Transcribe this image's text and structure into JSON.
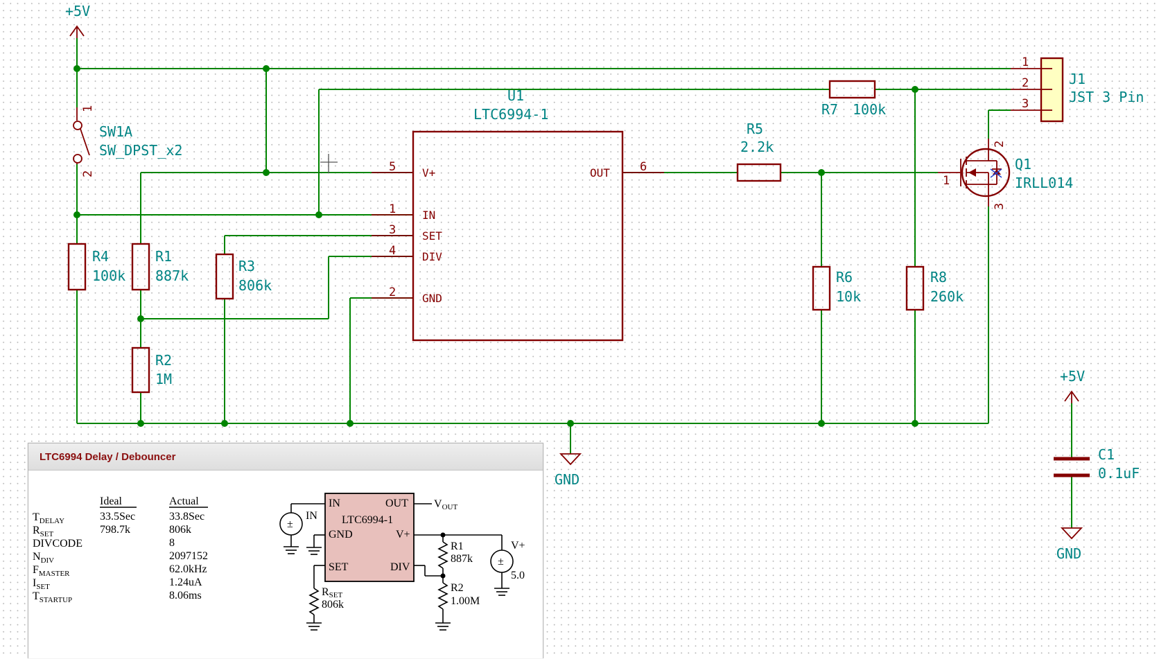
{
  "power": {
    "top": "+5V",
    "cap_top": "+5V",
    "gnd_main": "GND",
    "gnd_cap": "GND"
  },
  "u1": {
    "ref": "U1",
    "value": "LTC6994-1",
    "pins": [
      {
        "num": "5",
        "name": "V+"
      },
      {
        "num": "1",
        "name": "IN"
      },
      {
        "num": "3",
        "name": "SET"
      },
      {
        "num": "4",
        "name": "DIV"
      },
      {
        "num": "2",
        "name": "GND"
      },
      {
        "num": "6",
        "name": "OUT"
      }
    ]
  },
  "sw1": {
    "ref": "SW1A",
    "value": "SW_DPST_x2",
    "pin_top": "1",
    "pin_bottom": "2"
  },
  "resistors": {
    "r1": {
      "ref": "R1",
      "value": "887k"
    },
    "r2": {
      "ref": "R2",
      "value": "1M"
    },
    "r3": {
      "ref": "R3",
      "value": "806k"
    },
    "r4": {
      "ref": "R4",
      "value": "100k"
    },
    "r5": {
      "ref": "R5",
      "value": "2.2k"
    },
    "r6": {
      "ref": "R6",
      "value": "10k"
    },
    "r7": {
      "ref": "R7",
      "value": "100k"
    },
    "r8": {
      "ref": "R8",
      "value": "260k"
    }
  },
  "q1": {
    "ref": "Q1",
    "value": "IRLL014",
    "pin_gate": "1",
    "pin_drain": "2",
    "pin_source": "3"
  },
  "j1": {
    "ref": "J1",
    "value": "JST 3 Pin",
    "pins": [
      "1",
      "2",
      "3"
    ]
  },
  "c1": {
    "ref": "C1",
    "value": "0.1uF"
  },
  "calculator": {
    "title": "LTC6994 Delay / Debouncer",
    "col_ideal": "Ideal",
    "col_actual": "Actual",
    "rows": [
      {
        "main": "T",
        "sub": "DELAY",
        "ideal": "33.5Sec",
        "actual": "33.8Sec"
      },
      {
        "main": "R",
        "sub": "SET",
        "ideal": "798.7k",
        "actual": "806k"
      },
      {
        "main": "DIVCODE",
        "sub": "",
        "ideal": "",
        "actual": "8"
      },
      {
        "main": "N",
        "sub": "DIV",
        "ideal": "",
        "actual": "2097152"
      },
      {
        "main": "F",
        "sub": "MASTER",
        "ideal": "",
        "actual": "62.0kHz"
      },
      {
        "main": "I",
        "sub": "SET",
        "ideal": "",
        "actual": "1.24uA"
      },
      {
        "main": "T",
        "sub": "STARTUP",
        "ideal": "",
        "actual": "8.06ms"
      }
    ],
    "diagram": {
      "chip": "LTC6994-1",
      "pin_in": "IN",
      "pin_out": "OUT",
      "pin_gnd": "GND",
      "pin_vplus": "V+",
      "pin_set": "SET",
      "pin_div": "DIV",
      "vout": "V",
      "vout_sub": "OUT",
      "in_label": "IN",
      "vplus_label": "V+",
      "vplus_value": "5.0",
      "r1_label": "R1",
      "r1_value": "887k",
      "r2_label": "R2",
      "r2_value": "1.00M",
      "rset_label": "R",
      "rset_sub": "SET",
      "rset_value": "806k"
    }
  }
}
